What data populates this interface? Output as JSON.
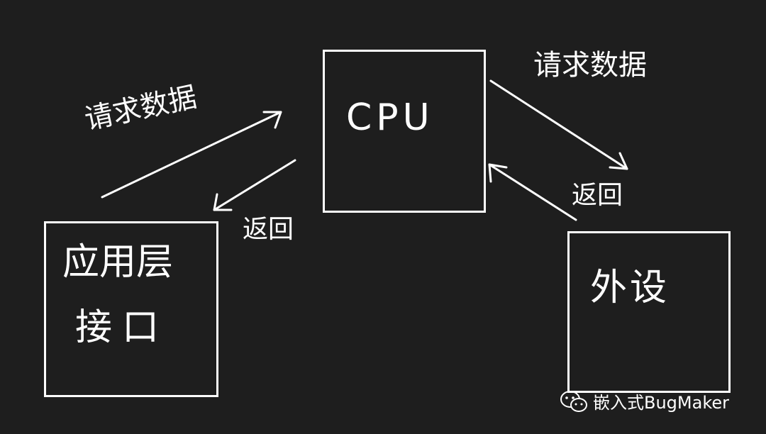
{
  "nodes": {
    "cpu": "CPU",
    "app_layer": [
      "应用层",
      "接口"
    ],
    "peripheral": "外设"
  },
  "edges": {
    "app_to_cpu": "请求数据",
    "cpu_to_app": "返回",
    "cpu_to_peripheral": "请求数据",
    "peripheral_to_cpu": "返回"
  },
  "watermark": {
    "icon": "wechat-icon",
    "text": "嵌入式BugMaker"
  },
  "colors": {
    "background": "#1e1e1e",
    "stroke": "#ffffff"
  }
}
